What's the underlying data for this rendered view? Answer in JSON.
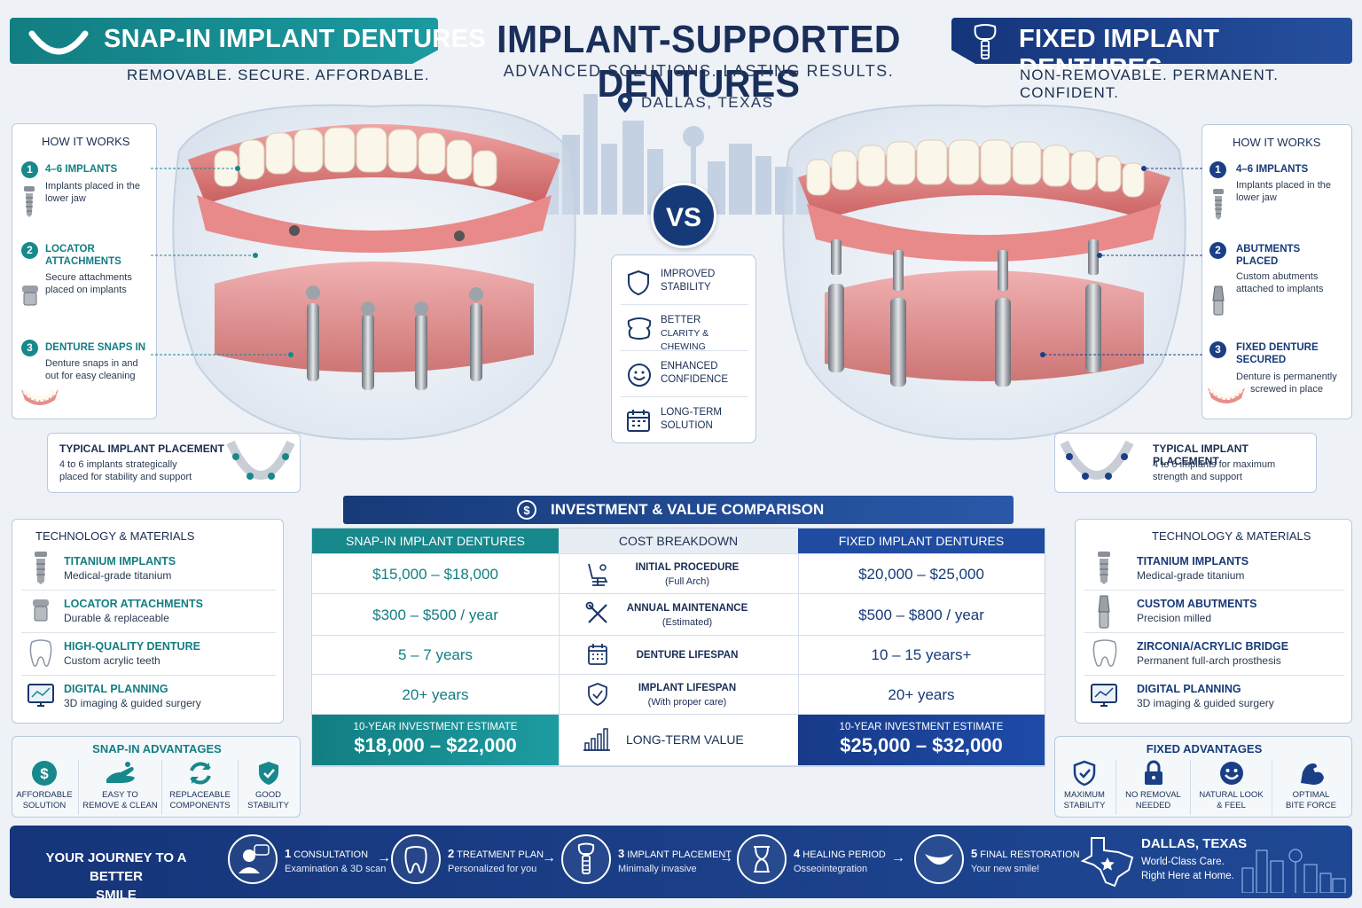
{
  "header": {
    "main_title": "IMPLANT-SUPPORTED DENTURES",
    "main_subtitle": "ADVANCED SOLUTIONS. LASTING RESULTS.",
    "location": "DALLAS, TEXAS",
    "vs": "VS"
  },
  "left": {
    "title": "SNAP-IN IMPLANT DENTURES",
    "tagline": "REMOVABLE. SECURE. AFFORDABLE.",
    "how_title": "HOW IT WORKS",
    "steps": [
      {
        "num": "1",
        "title": "4–6 IMPLANTS",
        "desc1": "Implants placed in the",
        "desc2": "lower jaw"
      },
      {
        "num": "2",
        "title1": "LOCATOR",
        "title2": "ATTACHMENTS",
        "desc1": "Secure attachments",
        "desc2": "placed on implants"
      },
      {
        "num": "3",
        "title": "DENTURE SNAPS IN",
        "desc1": "Denture snaps in and",
        "desc2": "out for easy cleaning"
      }
    ],
    "placement_title": "TYPICAL IMPLANT PLACEMENT",
    "placement_desc1": "4 to 6 implants strategically",
    "placement_desc2": "placed for stability and support",
    "tech_title": "TECHNOLOGY & MATERIALS",
    "tech": [
      {
        "title": "TITANIUM IMPLANTS",
        "desc": "Medical-grade titanium"
      },
      {
        "title": "LOCATOR ATTACHMENTS",
        "desc": "Durable & replaceable"
      },
      {
        "title": "HIGH-QUALITY DENTURE",
        "desc": "Custom acrylic teeth"
      },
      {
        "title": "DIGITAL PLANNING",
        "desc": "3D imaging & guided surgery"
      }
    ],
    "adv_title": "SNAP-IN ADVANTAGES",
    "advantages": [
      {
        "l1": "AFFORDABLE",
        "l2": "SOLUTION"
      },
      {
        "l1": "EASY TO",
        "l2": "REMOVE & CLEAN"
      },
      {
        "l1": "REPLACEABLE",
        "l2": "COMPONENTS"
      },
      {
        "l1": "GOOD",
        "l2": "STABILITY"
      }
    ]
  },
  "right": {
    "title": "FIXED IMPLANT DENTURES",
    "tagline": "NON-REMOVABLE. PERMANENT. CONFIDENT.",
    "how_title": "HOW IT WORKS",
    "steps": [
      {
        "num": "1",
        "title": "4–6 IMPLANTS",
        "desc1": "Implants placed in the",
        "desc2": "lower jaw"
      },
      {
        "num": "2",
        "title1": "ABUTMENTS",
        "title2": "PLACED",
        "desc1": "Custom abutments",
        "desc2": "attached to implants"
      },
      {
        "num": "3",
        "title1": "FIXED DENTURE",
        "title2": "SECURED",
        "desc1": "Denture is permanently",
        "desc2": "screwed in place"
      }
    ],
    "placement_title": "TYPICAL IMPLANT PLACEMENT",
    "placement_desc1": "4 to 6 implants for maximum",
    "placement_desc2": "strength and support",
    "tech_title": "TECHNOLOGY & MATERIALS",
    "tech": [
      {
        "title": "TITANIUM IMPLANTS",
        "desc": "Medical-grade titanium"
      },
      {
        "title": "CUSTOM ABUTMENTS",
        "desc": "Precision milled"
      },
      {
        "title": "ZIRCONIA/ACRYLIC BRIDGE",
        "desc": "Permanent full-arch prosthesis"
      },
      {
        "title": "DIGITAL PLANNING",
        "desc": "3D imaging & guided surgery"
      }
    ],
    "adv_title": "FIXED ADVANTAGES",
    "advantages": [
      {
        "l1": "MAXIMUM",
        "l2": "STABILITY"
      },
      {
        "l1": "NO REMOVAL",
        "l2": "NEEDED"
      },
      {
        "l1": "NATURAL LOOK",
        "l2": "& FEEL"
      },
      {
        "l1": "OPTIMAL",
        "l2": "BITE FORCE"
      }
    ]
  },
  "benefits": [
    {
      "l1": "IMPROVED",
      "l2": "STABILITY"
    },
    {
      "l1": "BETTER",
      "l2": "CLARITY & CHEWING"
    },
    {
      "l1": "ENHANCED",
      "l2": "CONFIDENCE"
    },
    {
      "l1": "LONG-TERM",
      "l2": "SOLUTION"
    }
  ],
  "table": {
    "title": "INVESTMENT & VALUE COMPARISON",
    "col_left": "SNAP-IN IMPLANT DENTURES",
    "col_mid": "COST BREAKDOWN",
    "col_right": "FIXED IMPLANT DENTURES",
    "rows": [
      {
        "left": "$15,000 – $18,000",
        "mid1": "INITIAL PROCEDURE",
        "mid2": "(Full Arch)",
        "right": "$20,000 – $25,000"
      },
      {
        "left": "$300 – $500 / year",
        "mid1": "ANNUAL MAINTENANCE",
        "mid2": "(Estimated)",
        "right": "$500 – $800 / year"
      },
      {
        "left": "5 – 7 years",
        "mid1": "DENTURE LIFESPAN",
        "mid2": "",
        "right": "10 – 15 years+"
      },
      {
        "left": "20+ years",
        "mid1": "IMPLANT LIFESPAN",
        "mid2": "(With proper care)",
        "right": "20+ years"
      }
    ],
    "estimate_label": "10-YEAR INVESTMENT ESTIMATE",
    "estimate_left": "$18,000 – $22,000",
    "estimate_mid": "LONG-TERM VALUE",
    "estimate_right": "$25,000 – $32,000"
  },
  "journey": {
    "title1": "YOUR JOURNEY TO A BETTER",
    "title2": "SMILE",
    "steps": [
      {
        "num": "1",
        "title": "CONSULTATION",
        "desc": "Examination & 3D scan"
      },
      {
        "num": "2",
        "title": "TREATMENT PLAN",
        "desc": "Personalized for you"
      },
      {
        "num": "3",
        "title": "IMPLANT PLACEMENT",
        "desc": "Minimally invasive"
      },
      {
        "num": "4",
        "title": "HEALING PERIOD",
        "desc": "Osseointegration"
      },
      {
        "num": "5",
        "title": "FINAL RESTORATION",
        "desc": "Your new smile!"
      }
    ],
    "city": "DALLAS, TEXAS",
    "city_desc1": "World-Class Care.",
    "city_desc2": "Right Here at Home."
  },
  "colors": {
    "teal": "#17888c",
    "navy": "#1a3f86",
    "gum": "#e08a8a"
  }
}
